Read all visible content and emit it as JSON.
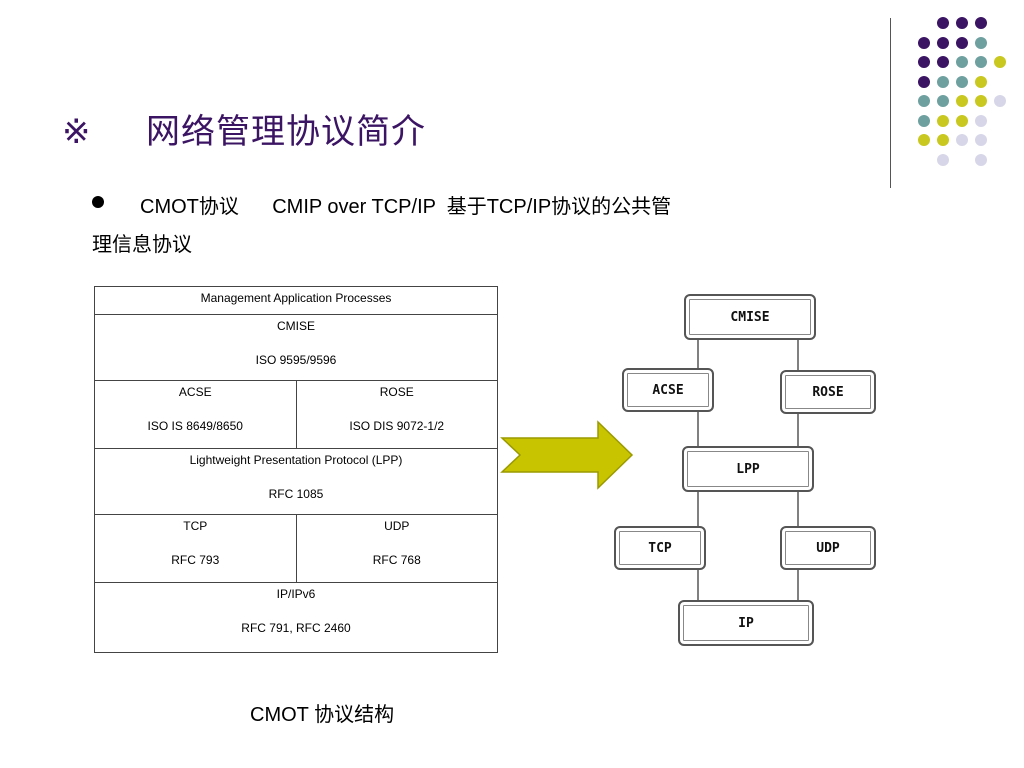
{
  "slide": {
    "title_mark": "※",
    "title": "网络管理协议简介",
    "bullet_line1": "CMOT协议      CMIP over TCP/IP  基于TCP/IP协议的公共管",
    "bullet_line2": "理信息协议",
    "caption": "CMOT 协议结构"
  },
  "stack": {
    "row1": "Management Application Processes",
    "row2_title": "CMISE",
    "row2_sub": "ISO 9595/9596",
    "row3_left_title": "ACSE",
    "row3_left_sub": "ISO IS 8649/8650",
    "row3_right_title": "ROSE",
    "row3_right_sub": "ISO DIS 9072-1/2",
    "row4_title": "Lightweight Presentation Protocol (LPP)",
    "row4_sub": "RFC 1085",
    "row5_left_title": "TCP",
    "row5_left_sub": "RFC 793",
    "row5_right_title": "UDP",
    "row5_right_sub": "RFC 768",
    "row6_title": "IP/IPv6",
    "row6_sub": "RFC 791, RFC 2460"
  },
  "diagram": {
    "cmise": "CMISE",
    "acse": "ACSE",
    "rose": "ROSE",
    "lpp": "LPP",
    "tcp": "TCP",
    "udp": "UDP",
    "ip": "IP"
  },
  "colors": {
    "title": "#3b1463",
    "dot_purple": "#3b1463",
    "dot_teal": "#6fa0a0",
    "dot_yellow": "#c8c820",
    "dot_lilac": "#d6d6e8",
    "arrow_fill": "#c8c400"
  }
}
